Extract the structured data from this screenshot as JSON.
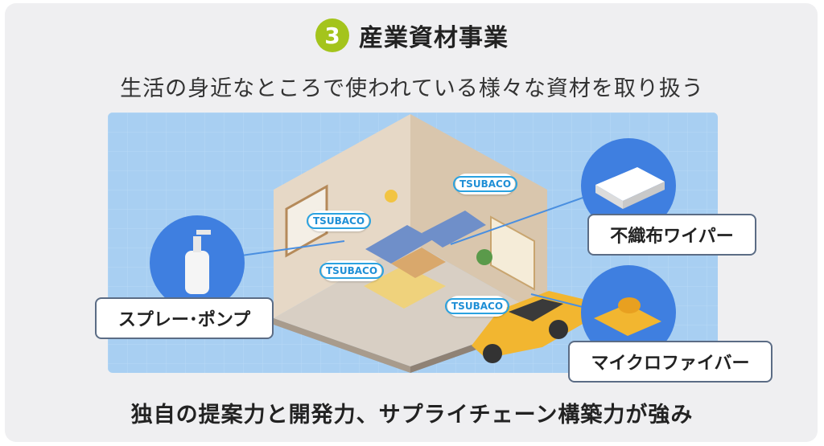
{
  "header": {
    "number": "3",
    "title": "産業資材事業"
  },
  "subtitle": "生活の身近なところで使われている様々な資材を取り扱う",
  "products": {
    "spray_pump": "スプレー･ポンプ",
    "nonwoven_wiper": "不織布ワイパー",
    "microfiber": "マイクロファイバー"
  },
  "brand_tag": "TSUBACO",
  "footer": "独自の提案力と開発力、サプライチェーン構築力が強み",
  "colors": {
    "badge": "#a4c41c",
    "circle": "#3f7fe0",
    "scene_bg": "#a8cff2",
    "car": "#f2b630"
  }
}
